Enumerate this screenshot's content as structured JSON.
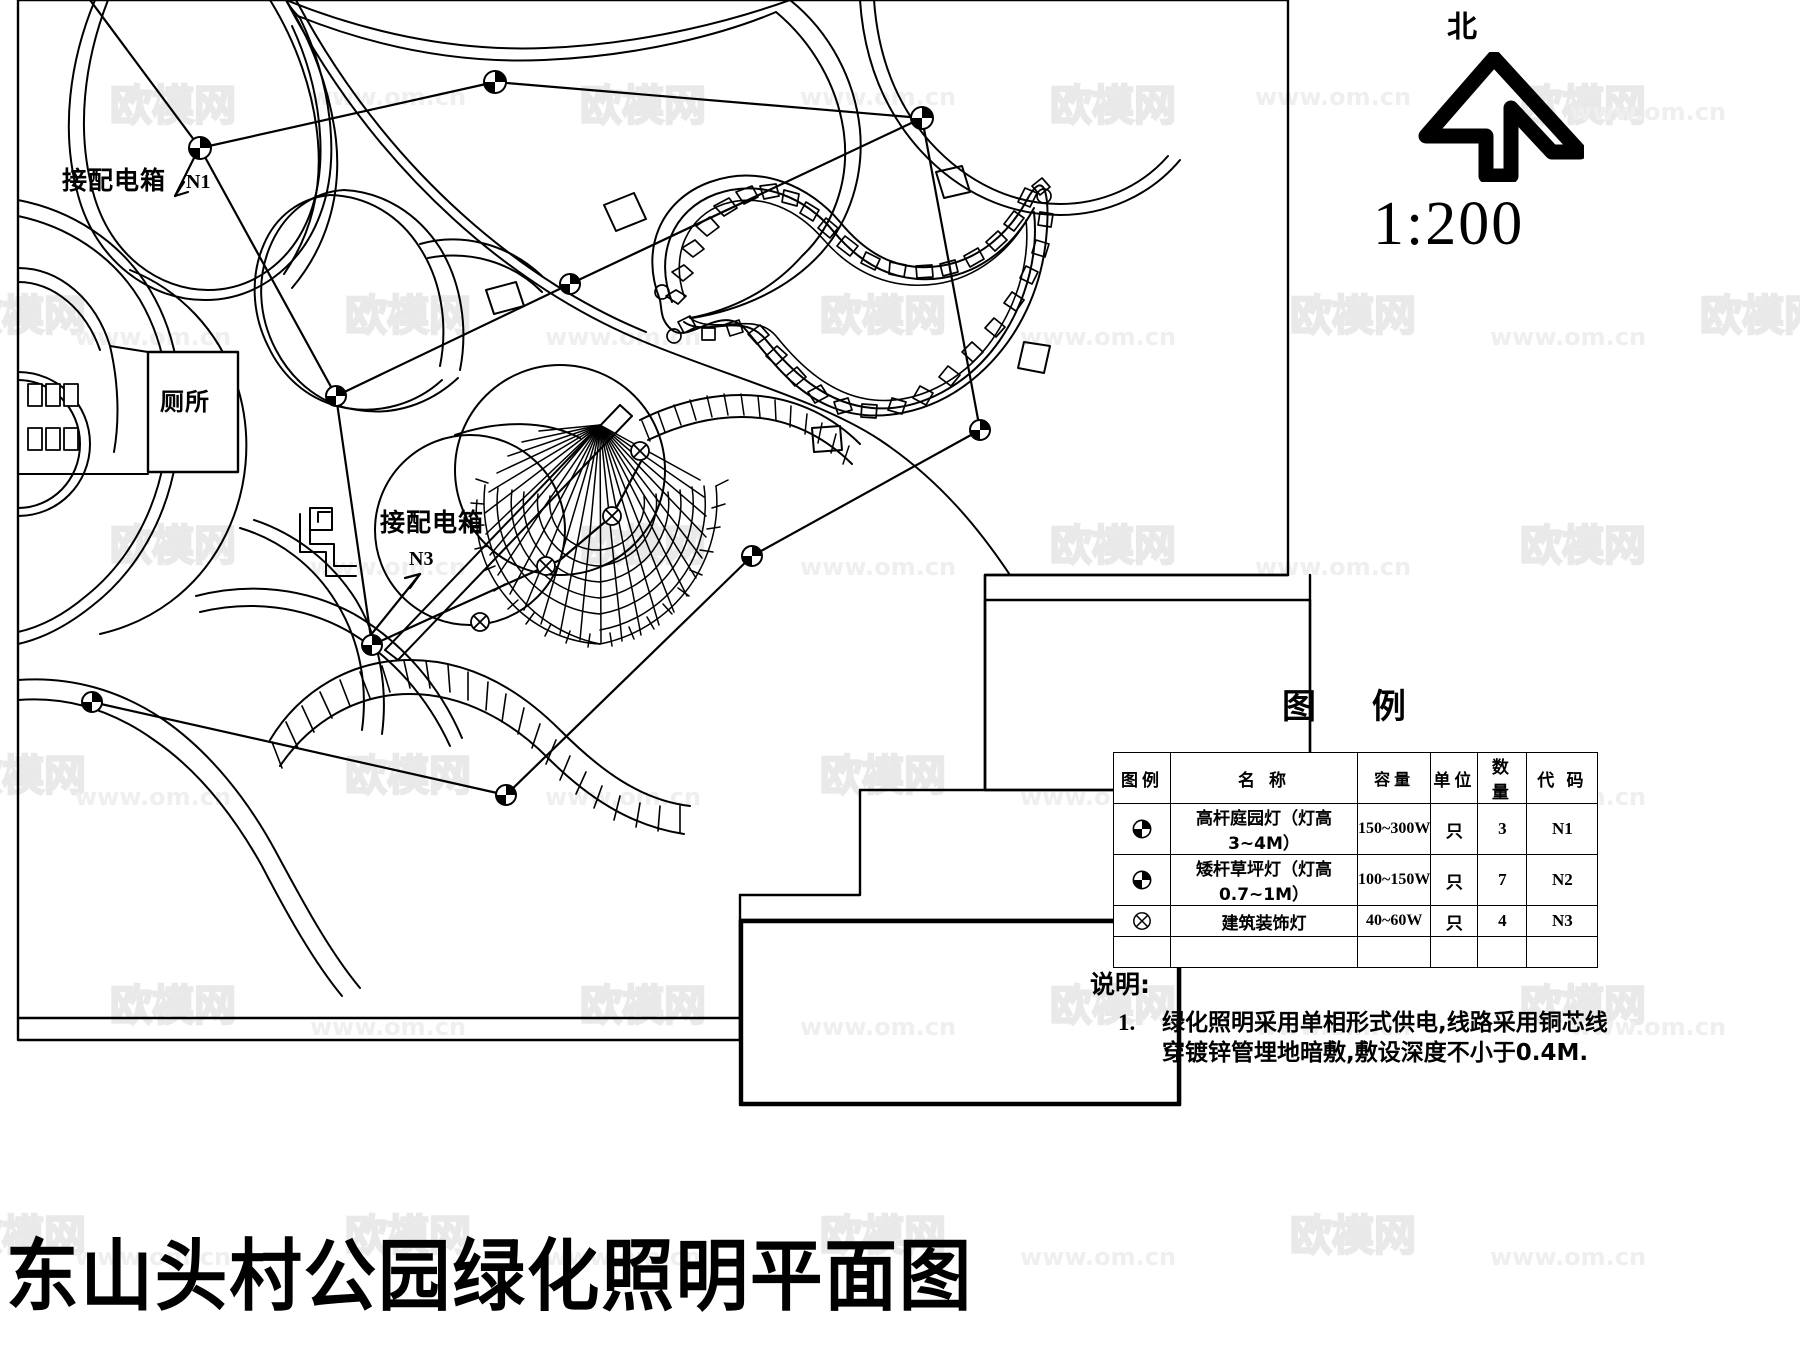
{
  "drawing": {
    "title": "东山头村公园绿化照明平面图",
    "scale": "1:200",
    "north_char": "北",
    "north_icon": "north-arrow-icon"
  },
  "plan_labels": {
    "panel_1_text": "接配电箱",
    "panel_1_code": "N1",
    "panel_3_text": "接配电箱",
    "panel_3_code": "N3",
    "toilet": "厕所"
  },
  "legend": {
    "heading": "图  例",
    "columns": [
      "图例",
      "名    称",
      "容量",
      "单位",
      "数  量",
      "代  码"
    ],
    "rows": [
      {
        "symbol": "high-pole-garden-lamp-icon",
        "name": "高杆庭园灯（灯高3~4M）",
        "capacity": "150~300W",
        "unit": "只",
        "qty": "3",
        "code": "N1"
      },
      {
        "symbol": "low-pole-lawn-lamp-icon",
        "name": "矮杆草坪灯（灯高0.7~1M）",
        "capacity": "100~150W",
        "unit": "只",
        "qty": "7",
        "code": "N2"
      },
      {
        "symbol": "building-decoration-lamp-icon",
        "name": "建筑装饰灯",
        "capacity": "40~60W",
        "unit": "只",
        "qty": "4",
        "code": "N3"
      },
      {
        "symbol": "",
        "name": "",
        "capacity": "",
        "unit": "",
        "qty": "",
        "code": ""
      }
    ]
  },
  "notes": {
    "heading": "说明:",
    "items": [
      {
        "number": "1.",
        "line1": "绿化照明采用单相形式供电,线路采用铜芯线",
        "line2": "穿镀锌管埋地暗敷,敷设深度不小于0.4M."
      }
    ]
  },
  "watermarks": {
    "logo_text": "欧模网",
    "url_text": "www.om.cn"
  },
  "colors": {
    "ink": "#000000",
    "paper": "#ffffff",
    "watermark": "#e8e8e8"
  }
}
